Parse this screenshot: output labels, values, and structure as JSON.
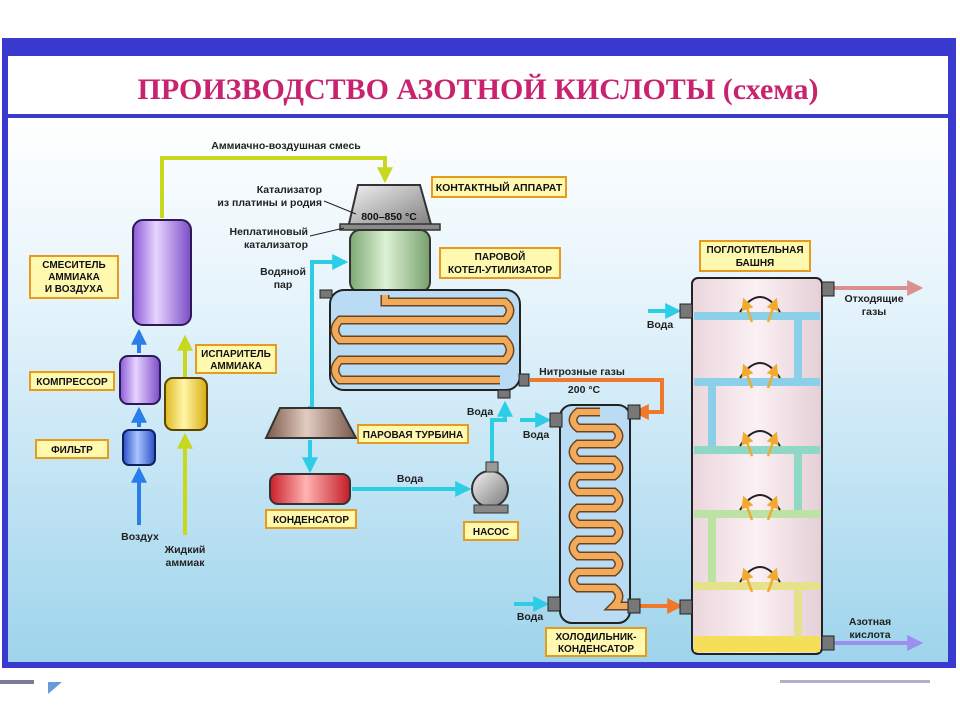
{
  "title": "ПРОИЗВОДСТВО АЗОТНОЙ КИСЛОТЫ (схема)",
  "colors": {
    "frame": "#3a3ad0",
    "title_text": "#c8236e",
    "bg_top": "#ffffff",
    "bg_bottom": "#9ed4ec",
    "label_box": "#fff9b0",
    "label_border": "#e69a1e",
    "gas_arrow": "#c8d81e",
    "air_arrow": "#2b7de9",
    "water_arrow": "#2ecde6",
    "nitrous_arrow": "#f0782a",
    "exhaust_arrow": "#d9908e",
    "acid_arrow": "#9b8ff0",
    "coil": "#f0aa5a"
  },
  "labels": {
    "ammonia_air_mixture": "Аммиачно-воздушная смесь",
    "catalyst_line1": "Катализатор",
    "catalyst_line2": "из платины и родия",
    "temperature": "800–850 °С",
    "non_platinum_line1": "Неплатиновый",
    "non_platinum_line2": "катализатор",
    "steam_line1": "Водяной",
    "steam_line2": "пар",
    "nitrous_gases": "Нитрозные газы",
    "temp_200": "200 °С",
    "water_boiler": "Вода",
    "water_cooler": "Вода",
    "water_pump": "Вода",
    "water_cooler_bottom": "Вода",
    "water_tower": "Вода",
    "air": "Воздух",
    "liquid_ammonia_line1": "Жидкий",
    "liquid_ammonia_line2": "аммиак",
    "exhaust_line1": "Отходящие",
    "exhaust_line2": "газы",
    "nitric_acid_line1": "Азотная",
    "nitric_acid_line2": "кислота"
  },
  "boxes": {
    "contact_apparatus": "КОНТАКТНЫЙ АППАРАТ",
    "boiler_line1": "ПАРОВОЙ",
    "boiler_line2": "КОТЕЛ-УТИЛИЗАТОР",
    "mixer_line1": "СМЕСИТЕЛЬ",
    "mixer_line2": "АММИАКА",
    "mixer_line3": "И ВОЗДУХА",
    "evaporator_line1": "ИСПАРИТЕЛЬ",
    "evaporator_line2": "АММИАКА",
    "compressor": "КОМПРЕССОР",
    "filter": "ФИЛЬТР",
    "steam_turbine": "ПАРОВАЯ ТУРБИНА",
    "condenser": "КОНДЕНСАТОР",
    "pump": "НАСОС",
    "cooler_line1": "ХОЛОДИЛЬНИК-",
    "cooler_line2": "КОНДЕНСАТОР",
    "tower_line1": "ПОГЛОТИТЕЛЬНАЯ",
    "tower_line2": "БАШНЯ"
  }
}
